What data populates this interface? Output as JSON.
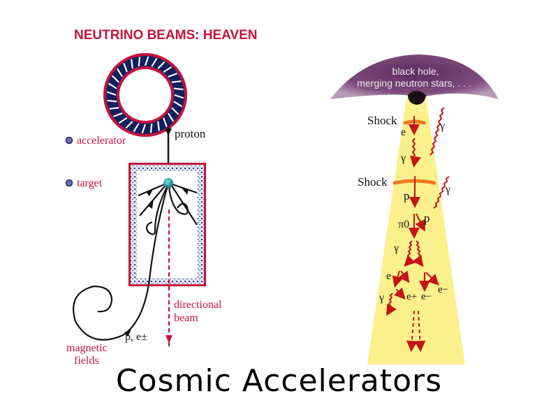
{
  "slide_title": "Cosmic Accelerators",
  "left_diagram": {
    "heading": "NEUTRINO BEAMS:  HEAVEN",
    "legend": [
      {
        "label": "accelerator"
      },
      {
        "label": "target"
      }
    ],
    "labels": {
      "proton": "proton",
      "directional_beam_line1": "directional",
      "directional_beam_line2": "beam",
      "particles": "p, e±",
      "magnetic_line1": "magnetic",
      "magnetic_line2": "fields"
    }
  },
  "right_diagram": {
    "source_line1": "black hole,",
    "source_line2": "merging neutron stars, . . .",
    "labels": {
      "shock1": "Shock",
      "shock2": "Shock",
      "e_top": "e",
      "gamma_top_right": "γ",
      "gamma_mid": "γ",
      "p": "p",
      "gamma_right2": "γ",
      "pi0": "π0",
      "p2": "p",
      "gamma_split": "γ",
      "e_left": "e",
      "gamma_low": "γ",
      "e_plus": "e+",
      "e_minus1": "e−",
      "e_minus2": "e−"
    }
  },
  "colors": {
    "accent_red": "#c4133c",
    "ring_navy": "#102060",
    "cone_yellow": "#fbf08c",
    "cloud_purple": "#7a4a78",
    "shock_orange": "#f07a20",
    "arrow_red": "#c41414",
    "target_teal": "#1aa0a0"
  }
}
